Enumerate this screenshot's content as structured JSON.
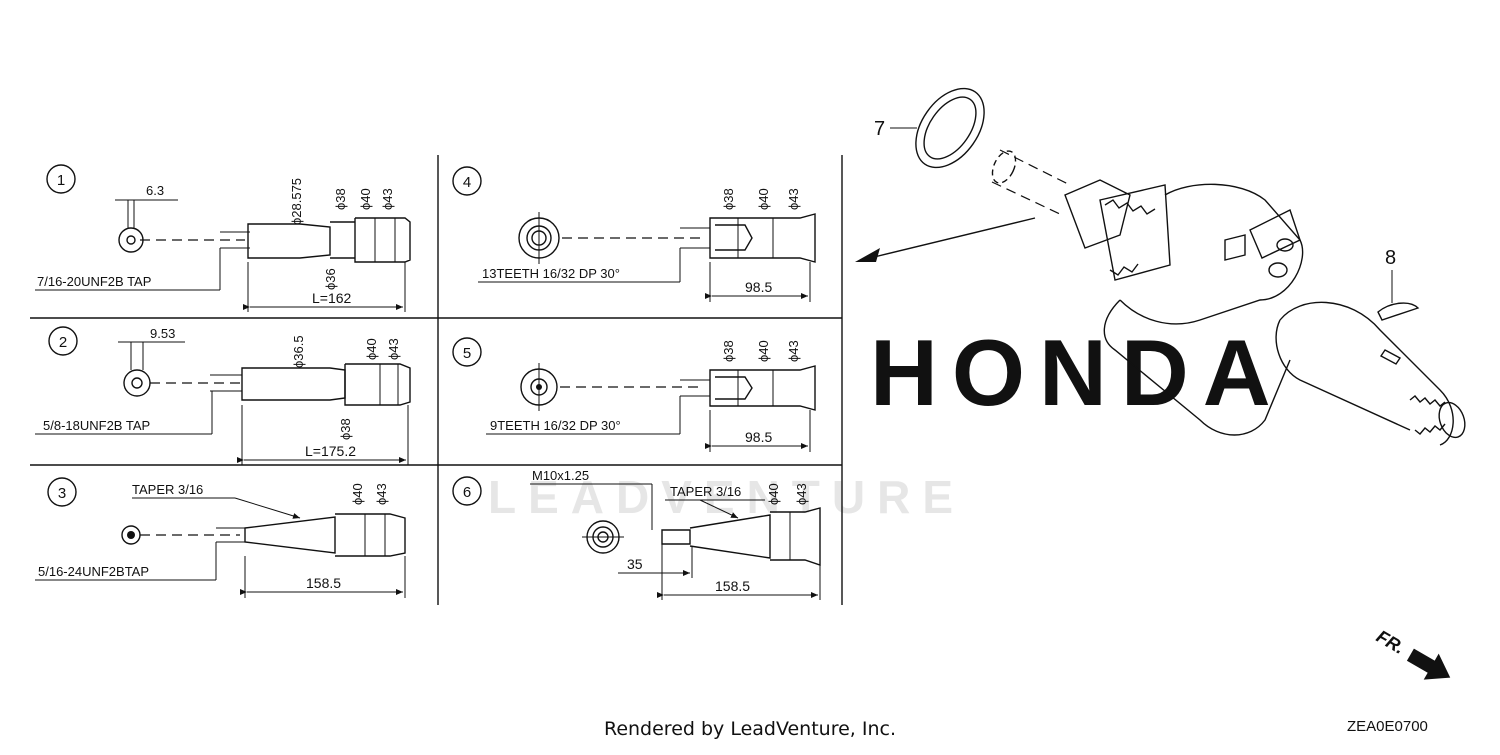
{
  "footer_text": "Rendered by LeadVenture, Inc.",
  "diagram_code": "ZEA0E0700",
  "watermark": {
    "brand": "HONDA",
    "company": "LEADVENTURE"
  },
  "front_label": "FR.",
  "callouts": {
    "ring": "7",
    "key": "8"
  },
  "variants": [
    {
      "num": "1",
      "thread": "7/16-20UNF2B TAP",
      "key": "6.3",
      "d1": "ϕ28.575",
      "d2": "ϕ38",
      "d3": "ϕ40",
      "d4": "ϕ43",
      "d5": "ϕ36",
      "length": "L=162"
    },
    {
      "num": "2",
      "thread": "5/8-18UNF2B TAP",
      "key": "9.53",
      "d1": "ϕ36.5",
      "d2": "ϕ40",
      "d3": "ϕ43",
      "d4": "ϕ38",
      "length": "L=175.2"
    },
    {
      "num": "3",
      "thread": "5/16-24UNF2BTAP",
      "taper": "TAPER 3/16",
      "d1": "ϕ40",
      "d2": "ϕ43",
      "length": "158.5"
    },
    {
      "num": "4",
      "gear": "13TEETH 16/32 DP 30°",
      "d1": "ϕ38",
      "d2": "ϕ40",
      "d3": "ϕ43",
      "length": "98.5"
    },
    {
      "num": "5",
      "gear": "9TEETH 16/32 DP 30°",
      "d1": "ϕ38",
      "d2": "ϕ40",
      "d3": "ϕ43",
      "length": "98.5"
    },
    {
      "num": "6",
      "thread": "M10x1.25",
      "taper": "TAPER 3/16",
      "d1": "ϕ40",
      "d2": "ϕ43",
      "offset": "35",
      "length": "158.5"
    }
  ]
}
